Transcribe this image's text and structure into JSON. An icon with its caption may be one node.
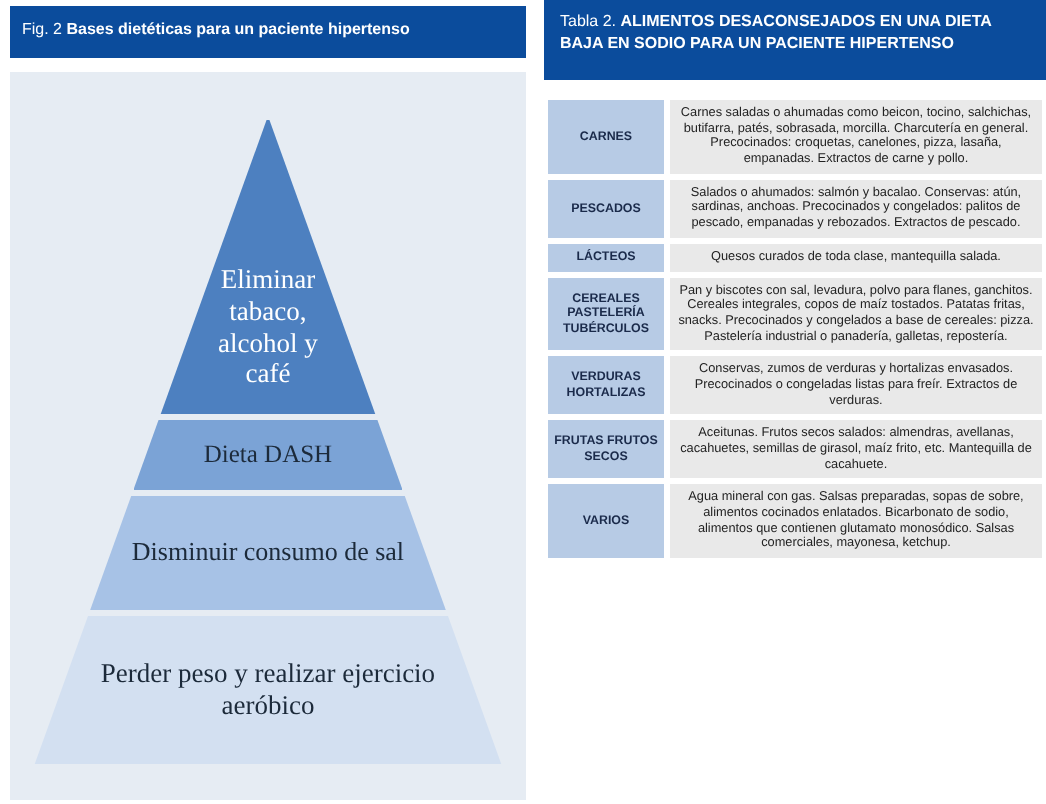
{
  "diagram": {
    "title": "Fig. 2 **Bases dietéticas para un paciente hipertenso**",
    "nodes": [
      {
        "text": [
          "Eliminar tabaco, alcohol y café"
        ]
      },
      {
        "text": [
          "Dieta DASH"
        ]
      },
      {
        "text": [
          "Disminuir consumo de sal"
        ]
      },
      {
        "text": [
          "Perder peso y realizar ejercicio aeróbico"
        ]
      }
    ],
    "labels": [
      "Tabla 2. **ALIMENTOS DESACONSEJADOS EN UNA DIETA BAJA EN SODIO PARA UN PACIENTE HIPERTENSO**",
      "CARNES",
      "Carnes saladas o ahumadas como beicon, tocino, salchichas, butifarra, patés, sobrasada, morcilla. Charcutería en general. Precocinados: croquetas, canelones, pizza, lasaña, empanadas. Extractos de carne y pollo.",
      "PESCADOS",
      "Salados o ahumados: salmón y bacalao. Conservas: atún, sardinas, anchoas. Precocinados y congelados: palitos de pescado, empanadas y rebozados. Extractos de pescado.",
      "LÁCTEOS",
      "Quesos curados de toda clase, mantequilla salada.",
      "CEREALES PASTELERÍA TUBÉRCULOS",
      "Pan y biscotes con sal, levadura, polvo para flanes, ganchitos. Cereales integrales, copos de maíz tostados. Patatas fritas, snacks. Precocinados y congelados a base de cereales: pizza. Pastelería industrial o panadería, galletas, repostería.",
      "VERDURAS HORTALIZAS",
      "Conservas, zumos de verduras y hortalizas envasados. Precocinados o congeladas listas para freír. Extractos de verduras.",
      "FRUTAS FRUTOS SECOS",
      "Aceitunas. Frutos secos salados: almendras, avellanas, cacahuetes, semillas de girasol, maíz frito, etc. Mantequilla de cacahuete.",
      "VARIOS",
      "Agua mineral con gas. Salsas preparadas, sopas de sobre, alimentos cocinados enlatados. Bicarbonato de sodio, alimentos que contienen glutamato monosódico. Salsas comerciales, mayonesa, ketchup."
    ]
  }
}
